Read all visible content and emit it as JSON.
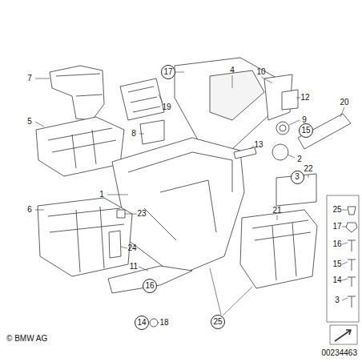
{
  "diagram": {
    "nodes": [
      {
        "text": [
          "17"
        ]
      },
      {
        "text": [
          "15"
        ]
      },
      {
        "text": [
          "3"
        ]
      },
      {
        "text": [
          "16"
        ]
      },
      {
        "text": [
          "14"
        ]
      },
      {
        "text": [
          "25"
        ]
      }
    ],
    "labels": [
      "4",
      "10",
      "7",
      "12",
      "19",
      "20",
      "9",
      "5",
      "8",
      "13",
      "2",
      "22",
      "1",
      "25",
      "6",
      "21",
      "23",
      "17",
      "16",
      "24",
      "15",
      "11",
      "14",
      "3",
      "18",
      "© BMW AG",
      "00234463"
    ]
  }
}
